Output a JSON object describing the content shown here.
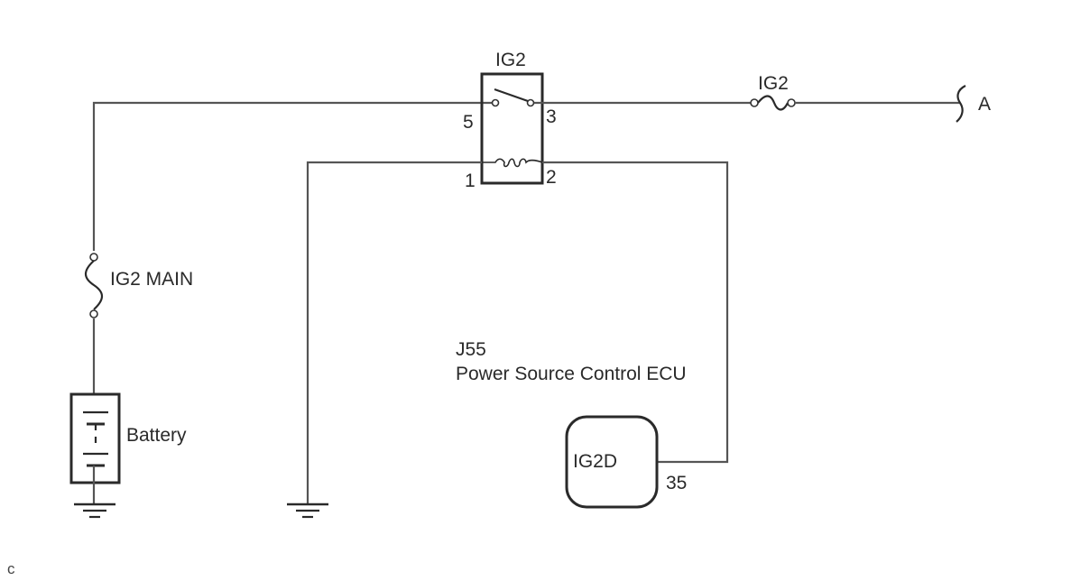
{
  "diagram": {
    "type": "wiring-diagram",
    "relay": {
      "label": "IG2",
      "terminals": {
        "switch_in": "5",
        "switch_out": "3",
        "coil_in": "1",
        "coil_out": "2"
      }
    },
    "fuse_main": {
      "label": "IG2 MAIN"
    },
    "fuse_ig2": {
      "label": "IG2"
    },
    "battery": {
      "label": "Battery"
    },
    "connector": {
      "label": "A"
    },
    "ecu": {
      "code": "J55",
      "name": "Power Source Control ECU",
      "terminal_name": "IG2D",
      "terminal_pin": "35"
    },
    "footer_mark": "c"
  }
}
